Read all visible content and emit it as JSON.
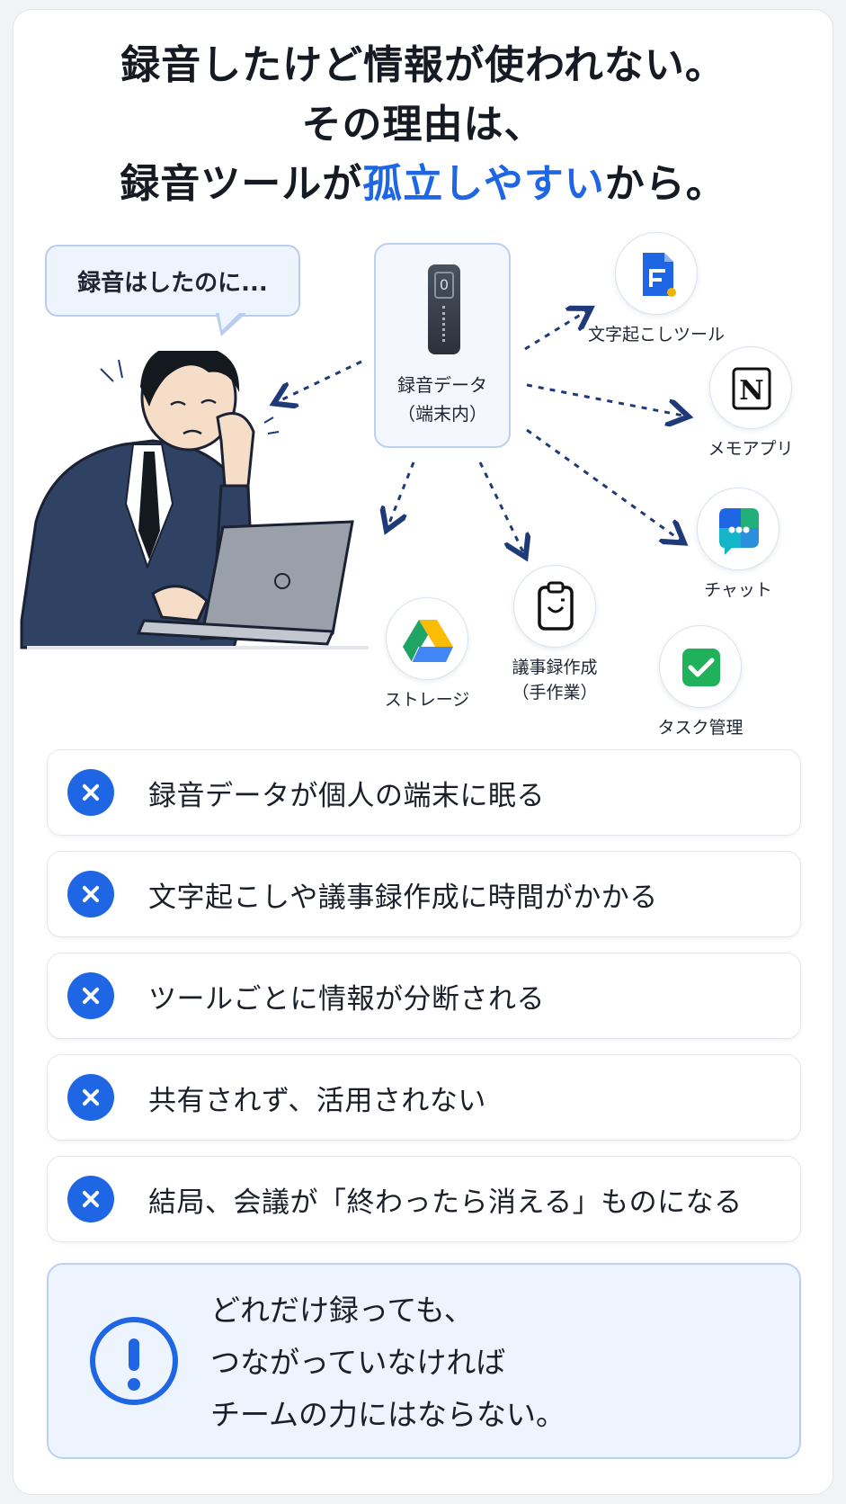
{
  "heading": {
    "line1": "録音したけど情報が使われない。",
    "line2": "その理由は、",
    "line3_pre": "録音ツールが",
    "line3_accent": "孤立しやすい",
    "line3_post": "から。"
  },
  "speech_bubble": "録音はしたのに...",
  "device": {
    "screen_glyph": "0",
    "label_line1": "録音データ",
    "label_line2": "（端末内）"
  },
  "tools": [
    {
      "id": "transcription",
      "label": "文字起こしツール",
      "icon": "document-icon"
    },
    {
      "id": "memo",
      "label": "メモアプリ",
      "icon": "notion-icon"
    },
    {
      "id": "chat",
      "label": "チャット",
      "icon": "chat-icon"
    },
    {
      "id": "task",
      "label": "タスク管理",
      "icon": "checkbox-icon"
    },
    {
      "id": "minutes",
      "label": "議事録作成",
      "label2": "（手作業）",
      "icon": "clipboard-icon"
    },
    {
      "id": "storage",
      "label": "ストレージ",
      "icon": "drive-icon"
    }
  ],
  "reasons": [
    "録音データが個人の端末に眠る",
    "文字起こしや議事録作成に時間がかかる",
    "ツールごとに情報が分断される",
    "共有されず、活用されない",
    "結局、会議が「終わったら消える」ものになる"
  ],
  "conclusion": {
    "line1": "どれだけ録っても、",
    "line2": "つながっていなければ",
    "line3": "チームの力にはならない。"
  },
  "colors": {
    "accent": "#1f66e5",
    "navy_arrow": "#1f3a78",
    "callout_bg": "#eef4fd"
  }
}
